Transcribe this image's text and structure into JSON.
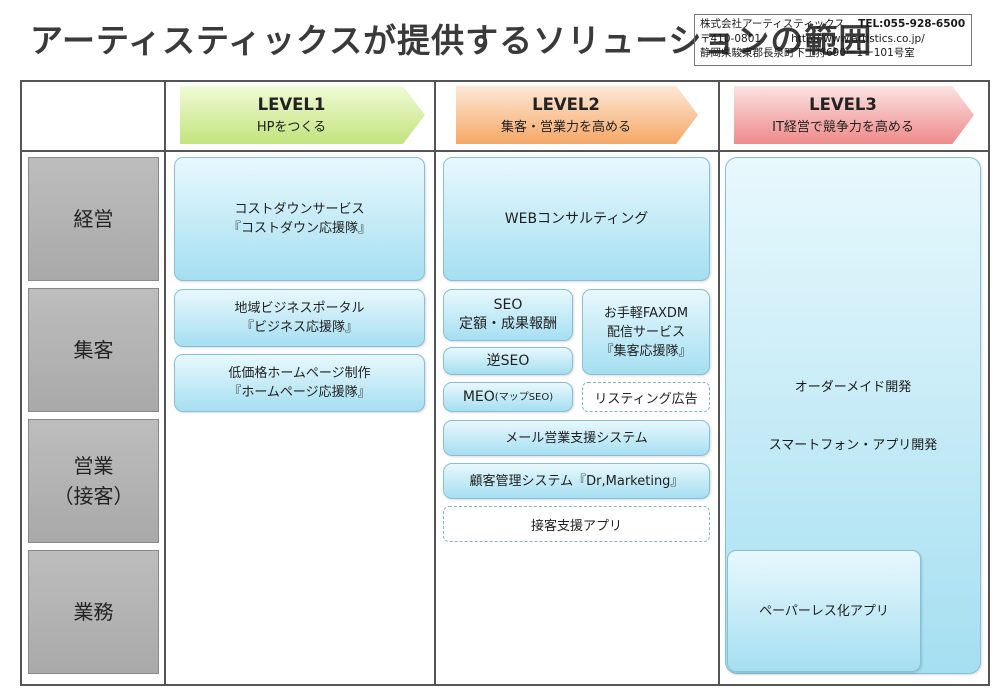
{
  "title": "アーティスティックスが提供するソリューションの範囲",
  "company": {
    "line1": "株式会社アーティスティックス",
    "tel": "TEL:055-928-6500",
    "postal": "〒410-0801",
    "url": "http://www.artistics.co.jp/",
    "address": "静岡県駿東郡長泉町下土狩690ー1ー101号室"
  },
  "levels": [
    {
      "label": "LEVEL1",
      "sub": "HPをつくる",
      "color": "#c2e37d"
    },
    {
      "label": "LEVEL2",
      "sub": "集客・営業力を高める",
      "color": "#f5a766"
    },
    {
      "label": "LEVEL3",
      "sub": "IT経営で競争力を高める",
      "color": "#ef8a8a"
    }
  ],
  "rows": [
    "経営",
    "集客",
    "営業\n（接客）",
    "業務"
  ],
  "level1": [
    "コストダウンサービス\n『コストダウン応援隊』",
    "地域ビジネスポータル\n『ビジネス応援隊』",
    "低価格ホームページ制作\n『ホームページ応援隊』"
  ],
  "level2": {
    "web_consulting": "WEBコンサルティング",
    "seo": "SEO\n定額・成果報酬",
    "reverse_seo": "逆SEO",
    "meo": "MEO",
    "meo_note": "(マップSEO)",
    "faxdm": "お手軽FAXDM\n配信サービス\n『集客応援隊』",
    "listing": "リスティング広告",
    "mail_support": "メール営業支援システム",
    "crm": "顧客管理システム『Dr,Marketing』",
    "reception_app": "接客支援アプリ"
  },
  "level3": {
    "custom_dev": "オーダーメイド開発",
    "smartphone_app": "スマートフォン・アプリ開発",
    "paperless": "ペーパーレス化アプリ"
  }
}
